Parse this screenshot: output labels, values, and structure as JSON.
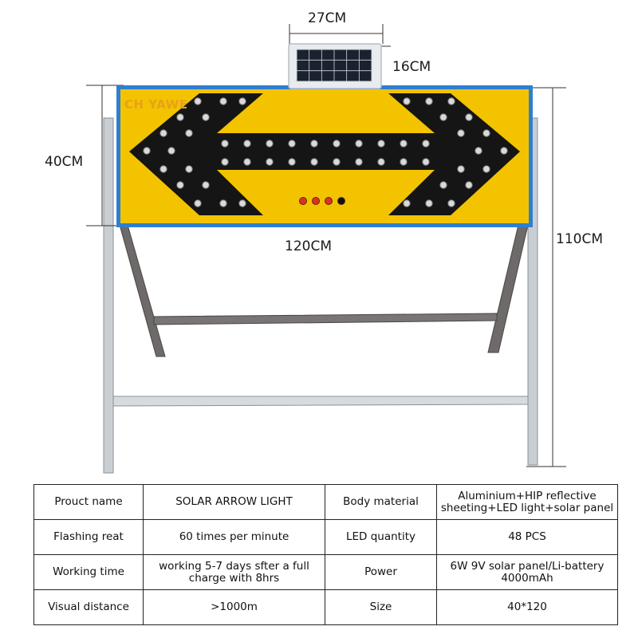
{
  "dimensions": {
    "solar_width": "27CM",
    "solar_height": "16CM",
    "board_height": "40CM",
    "board_width": "120CM",
    "total_height": "110CM"
  },
  "sign": {
    "brand": "YAWE",
    "brand_mark": "CH",
    "board_color": "#f3c300",
    "border_color": "#2f7fd0",
    "arrow_color": "#151515",
    "indicator_colors": [
      "#e03020",
      "#e03020",
      "#e03020",
      "#111111"
    ]
  },
  "spec_table": {
    "rows": [
      {
        "label1": "Prouct name",
        "value1": "SOLAR ARROW LIGHT",
        "label2": "Body material",
        "value2": "Aluminium+HIP reflective sheeting+LED light+solar panel"
      },
      {
        "label1": "Flashing reat",
        "value1": "60 times per minute",
        "label2": "LED quantity",
        "value2": "48 PCS"
      },
      {
        "label1": "Working time",
        "value1": "working 5-7 days sfter a full charge with 8hrs",
        "label2": "Power",
        "value2": "6W 9V solar panel/Li-battery 4000mAh"
      },
      {
        "label1": "Visual distance",
        "value1": ">1000m",
        "label2": "Size",
        "value2": "40*120"
      }
    ]
  }
}
